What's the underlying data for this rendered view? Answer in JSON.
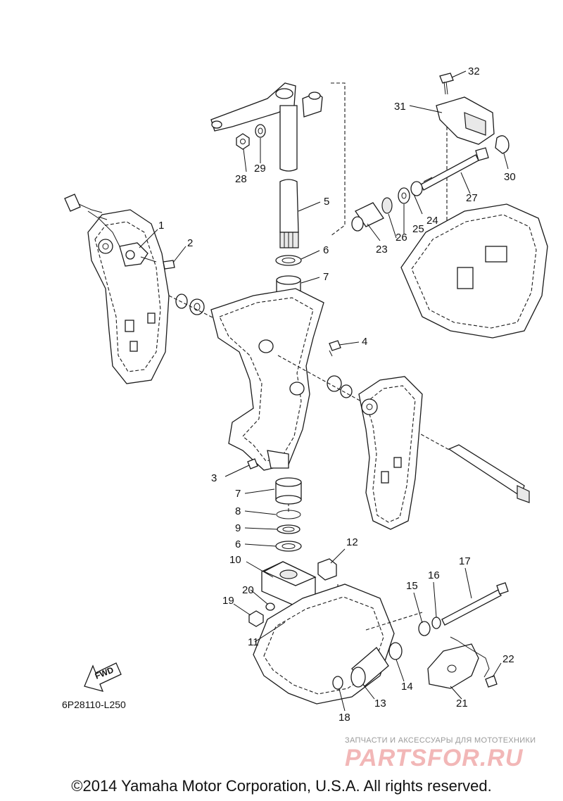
{
  "diagram": {
    "code": "6P28110-L250",
    "fwd_label": "FWD",
    "callouts": {
      "c1": "1",
      "c2": "2",
      "c3": "3",
      "c4": "4",
      "c5": "5",
      "c6a": "6",
      "c6b": "6",
      "c7a": "7",
      "c7b": "7",
      "c8": "8",
      "c9": "9",
      "c10": "10",
      "c11": "11",
      "c12": "12",
      "c13": "13",
      "c14": "14",
      "c15": "15",
      "c16": "16",
      "c17": "17",
      "c18": "18",
      "c19": "19",
      "c20": "20",
      "c21": "21",
      "c22": "22",
      "c23": "23",
      "c24": "24",
      "c25": "25",
      "c26": "26",
      "c27": "27",
      "c28": "28",
      "c29": "29",
      "c30": "30",
      "c31": "31",
      "c32": "32"
    }
  },
  "watermark": {
    "tagline": "ЗАПЧАСТИ И АКСЕССУАРЫ ДЛЯ МОТОТЕХНИКИ",
    "site": "PARTSFOR.RU"
  },
  "footer": {
    "copyright": "©2014 Yamaha Motor Corporation, U.S.A. All rights reserved."
  }
}
